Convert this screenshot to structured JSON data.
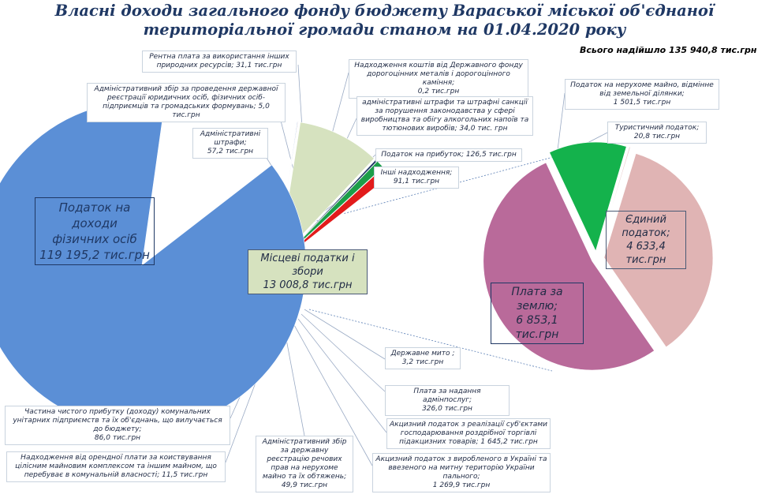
{
  "title": {
    "line1": "Власні доходи загального фонду бюджету Вараської міської об'єднаної",
    "line2": "територіальної громади станом на 01.04.2020 року"
  },
  "total": "Всього надійшло 135 940,8 тис.грн",
  "colors": {
    "pdfo": "#5b8fd6",
    "local": "#d6e2bf",
    "land": "#b96a9a",
    "single": "#e0b4b4",
    "property": "#14b24c",
    "tourist": "#e8c7c7",
    "excise_retail": "#e21b1b",
    "excise_prod": "#1c9e49",
    "admin_services": "#1f3864",
    "pink_small": "#e9a0a0"
  },
  "chart_data": [
    {
      "type": "pie",
      "title": "Власні доходи загального фонду бюджету Вараської міської об'єднаної територіальної громади станом на 01.04.2020 року",
      "unit": "тис.грн",
      "slices": [
        {
          "key": "pdfo",
          "name": "Податок на доходи фізичних осіб",
          "value": 119195.2,
          "label": "119 195,2 тис.грн"
        },
        {
          "key": "local",
          "name": "Місцеві податки і збори",
          "value": 13008.8,
          "label": "13 008,8 тис.грн"
        },
        {
          "key": "rent",
          "name": "Рентна плата за використання інших природних ресурсів",
          "value": 31.1,
          "label": "31,1 тис.грн"
        },
        {
          "key": "admin_reg",
          "name": "Адміністративний збір за проведення державної реєстрації юридичних осіб, фізичних осіб-підприємців та громадських формувань",
          "value": 5.0,
          "label": "5,0 тис.грн"
        },
        {
          "key": "admin_fines",
          "name": "Адміністративні штрафи",
          "value": 57.2,
          "label": "57,2 тис.грн"
        },
        {
          "key": "precious",
          "name": "Надходження коштів від Державного фонду дорогоцінних металів і дорогоцінного каміння",
          "value": 0.2,
          "label": "0,2 тис.грн"
        },
        {
          "key": "alco_fines",
          "name": "адміністративні штрафи та штрафні санкції за порушення законодавства у сфері виробництва та обігу алкогольних напоїв та тютюнових виробів",
          "value": 34.0,
          "label": "34,0 тис. грн"
        },
        {
          "key": "profit_tax",
          "name": "Податок на прибуток",
          "value": 126.5,
          "label": "126,5 тис.грн"
        },
        {
          "key": "other",
          "name": "Інші надходження",
          "value": 91.1,
          "label": "91,1 тис.грн"
        },
        {
          "key": "state_duty",
          "name": "Державне мито",
          "value": 3.2,
          "label": "3,2 тис.грн"
        },
        {
          "key": "admin_services",
          "name": "Плата за надання адмінпослуг",
          "value": 326.0,
          "label": "326,0 тис.грн"
        },
        {
          "key": "excise_retail",
          "name": "Акцизний податок з реалізації суб'єктами господарювання роздрібної торгівлі підакцизних товарів",
          "value": 1645.2,
          "label": "1 645,2 тис.грн"
        },
        {
          "key": "excise_prod",
          "name": "Акцизний податок з виробленого в Україні та ввезеного на митну територію України пального",
          "value": 1269.9,
          "label": "1 269,9 тис.грн"
        },
        {
          "key": "real_estate_reg",
          "name": "Адміністративний збір за державну реєстрацію речових прав на нерухоме майно та їх обтяжень",
          "value": 49.9,
          "label": "49,9 тис.грн"
        },
        {
          "key": "rental",
          "name": "Надходження від орендної плати за користування цілісним майновим комплексом та іншим майном, що перебуває в комунальній власності",
          "value": 11.5,
          "label": "11,5 тис.грн"
        },
        {
          "key": "net_profit",
          "name": "Частина чистого прибутку (доходу) комунальних унітарних підприємств та їх об'єднань, що вилучається до бюджету",
          "value": 86.0,
          "label": "86,0 тис.грн"
        }
      ]
    },
    {
      "type": "pie",
      "title": "Місцеві податки і збори",
      "unit": "тис.грн",
      "slices": [
        {
          "key": "single",
          "name": "Єдиний податок",
          "value": 4633.4,
          "label": "4 633,4 тис.грн"
        },
        {
          "key": "land",
          "name": "Плата за землю",
          "value": 6853.1,
          "label": "6 853,1 тис.грн"
        },
        {
          "key": "property",
          "name": "Податок на нерухоме майно, відмінне від земельної ділянки",
          "value": 1501.5,
          "label": "1 501,5 тис.грн"
        },
        {
          "key": "tourist",
          "name": "Туристичний податок",
          "value": 20.8,
          "label": "20,8 тис.грн"
        }
      ]
    }
  ],
  "labels": {
    "pdfo": {
      "l1": "Податок на доходи",
      "l2": "фізичних осіб",
      "v": "119 195,2 тис.грн"
    },
    "local": {
      "l1": "Місцеві податки і збори",
      "v": "13 008,8 тис.грн"
    },
    "single": {
      "l1": "Єдиний податок;",
      "v": "4 633,4 тис.грн"
    },
    "land": {
      "l1": "Плата за землю;",
      "v": "6 853,1 тис.грн"
    },
    "rent": {
      "t": "Рентна плата за використання інших природних ресурсів; 31,1 тис.грн"
    },
    "admin_reg": {
      "t": "Адміністративний збір за проведення державної реєстрації юридичних осіб, фізичних осіб-підприємців та громадських формувань; 5,0 тис.грн"
    },
    "admin_fines": {
      "t": "Адміністративні штрафи;",
      "v": "57,2 тис.грн"
    },
    "precious": {
      "t": "Надходження коштів від Державного фонду дорогоцінних металів і дорогоцінного каміння;",
      "v": "0,2 тис.грн"
    },
    "alco_fines": {
      "t": "адміністративні штрафи та штрафні санкції за порушення законодавства у сфері виробництва та обігу алкогольних напоїв та тютюнових виробів; 34,0 тис. грн"
    },
    "profit_tax": {
      "t": "Податок на прибуток; 126,5 тис.грн"
    },
    "other": {
      "t": "Інші надходження;",
      "v": "91,1 тис.грн"
    },
    "property": {
      "t": "Податок на нерухоме майно, відмінне від земельної ділянки;",
      "v": "1 501,5 тис.грн"
    },
    "tourist": {
      "t": "Туристичний податок;",
      "v": "20,8 тис.грн"
    },
    "state_duty": {
      "t": "Державне мито ;",
      "v": "3,2 тис.грн"
    },
    "admin_services": {
      "t": "Плата за надання адмінпослуг;",
      "v": "326,0 тис.грн"
    },
    "excise_retail": {
      "t": "Акцизний податок з реалізації суб'єктами господарювання роздрібної торгівлі підакцизних товарів; 1 645,2 тис.грн"
    },
    "excise_prod": {
      "t": "Акцизний податок з виробленого в Україні та ввезеного на митну територію України пального;",
      "v": "1 269,9 тис.грн"
    },
    "real_estate_reg": {
      "t": "Адміністративний збір за державну реєстрацію речових прав на нерухоме майно та їх обтяжень;",
      "v": "49,9 тис.грн"
    },
    "rental": {
      "t": "Надходження від орендної плати за коиствування цілісним майновим комплексом та іншим майном, що перебуває в комунальній власності; 11,5 тис.грн"
    },
    "net_profit": {
      "t": "Частина чистого прибутку (доходу) комунальних унітарних підприємств та їх об'єднань, що вилучається до бюджету;",
      "v": "86,0 тис.грн"
    }
  }
}
